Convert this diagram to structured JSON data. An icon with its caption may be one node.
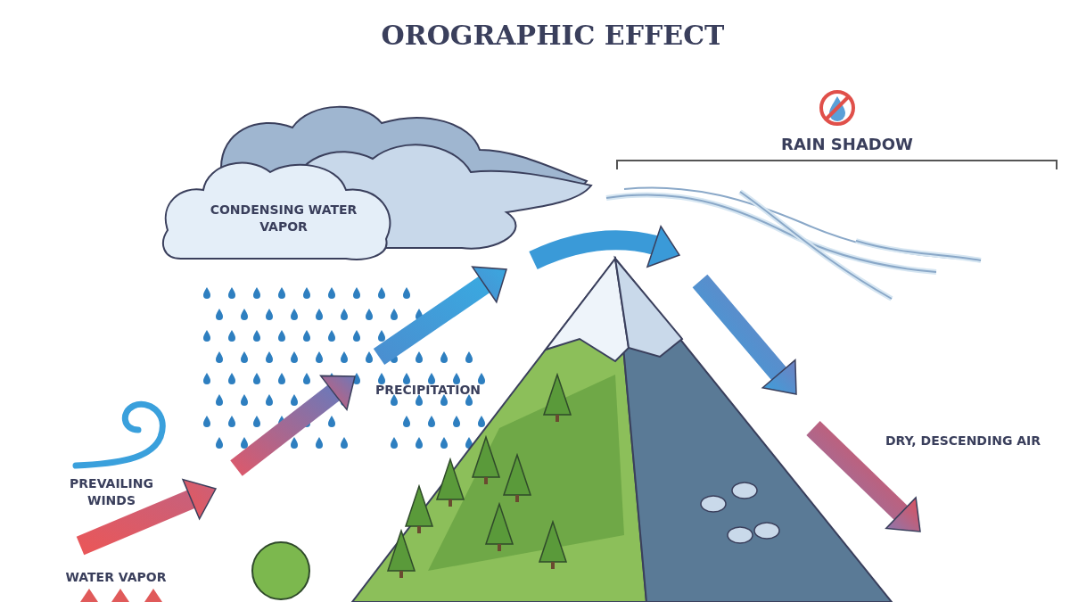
{
  "diagram": {
    "title": "OROGRAPHIC EFFECT",
    "nodes": [
      {
        "text": [
          "CONDENSING WATER VAPOR"
        ]
      }
    ],
    "labels": [
      "RAIN SHADOW",
      "PRECIPITATION",
      "DRY, DESCENDING AIR",
      "PREVAILING WINDS",
      "WATER VAPOR"
    ]
  }
}
